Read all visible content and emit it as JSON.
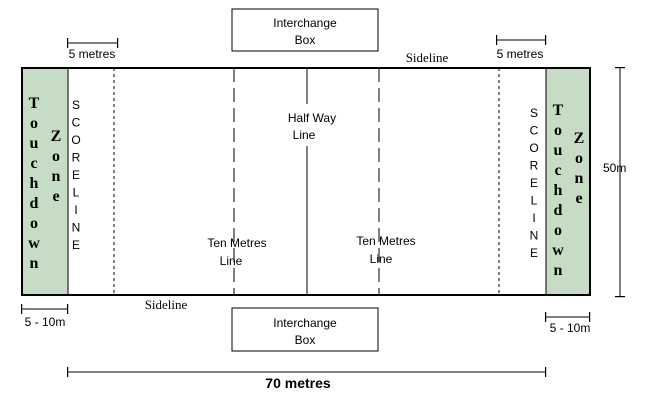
{
  "interchange_box_top": [
    "Interchange",
    "Box"
  ],
  "interchange_box_bottom": [
    "Interchange",
    "Box"
  ],
  "sideline_top": "Sideline",
  "sideline_bottom": "Sideline",
  "five_metres_left": "5 metres",
  "five_metres_right": "5 metres",
  "width_label": "50m",
  "touchdown_left": "Touchdown",
  "zone_left": "Zone",
  "touchdown_right": "Touchdown",
  "zone_right": "Zone",
  "scoreline": "SCORELINE",
  "half_way": [
    "Half Way",
    "Line"
  ],
  "ten_metres_left": [
    "Ten Metres",
    "Line"
  ],
  "ten_metres_right": [
    "Ten Metres",
    "Line"
  ],
  "touchdown_depth_left": "5 - 10m",
  "touchdown_depth_right": "5 - 10m",
  "length_label": "70 metres",
  "colors": {
    "touchdown_fill": "#c6dcc4",
    "line": "#000000"
  }
}
